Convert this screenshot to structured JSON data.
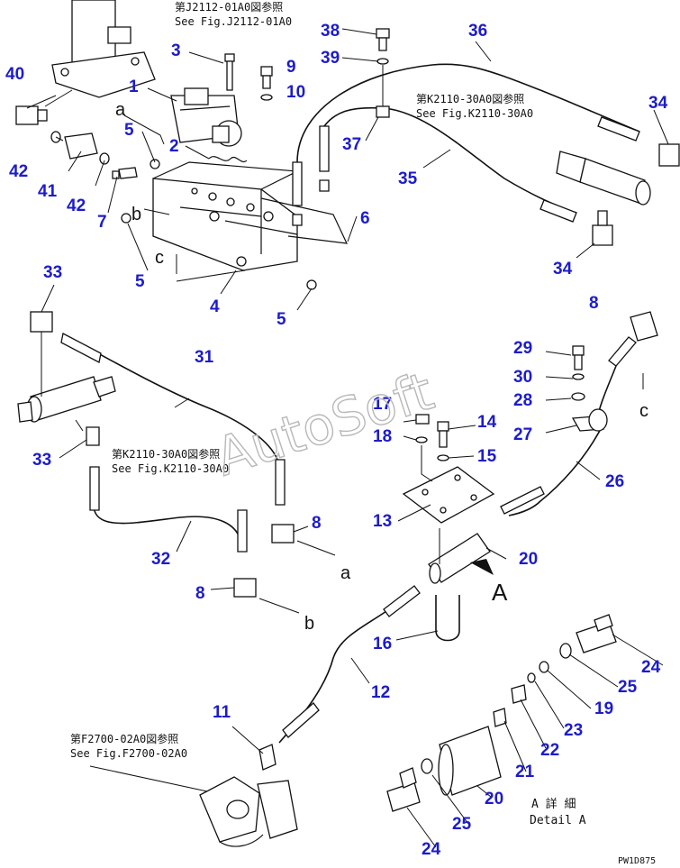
{
  "watermark": "AutoSoft",
  "figure_code": "PW1D875",
  "detail_caption": {
    "jp": "A 詳 細",
    "en": "Detail A"
  },
  "callouts": [
    "1",
    "2",
    "3",
    "4",
    "5",
    "5",
    "5",
    "5",
    "6",
    "7",
    "8",
    "8",
    "8",
    "9",
    "10",
    "11",
    "12",
    "13",
    "14",
    "15",
    "16",
    "17",
    "18",
    "19",
    "20",
    "20",
    "21",
    "22",
    "23",
    "24",
    "24",
    "25",
    "25",
    "26",
    "27",
    "28",
    "29",
    "30",
    "31",
    "32",
    "33",
    "33",
    "34",
    "34",
    "35",
    "36",
    "37",
    "38",
    "39",
    "40",
    "41",
    "42",
    "42"
  ],
  "letters": {
    "a1": "a",
    "b1": "b",
    "c1": "c",
    "c2": "c",
    "a2": "a",
    "b2": "b",
    "A": "A"
  },
  "refs": [
    {
      "jp": "第J2112-01A0図参照",
      "en": "See Fig.J2112-01A0"
    },
    {
      "jp": "第K2110-30A0図参照",
      "en": "See Fig.K2110-30A0"
    },
    {
      "jp": "第K2110-30A0図参照",
      "en": "See Fig.K2110-30A0"
    },
    {
      "jp": "第F2700-02A0図参照",
      "en": "See Fig.F2700-02A0"
    }
  ]
}
